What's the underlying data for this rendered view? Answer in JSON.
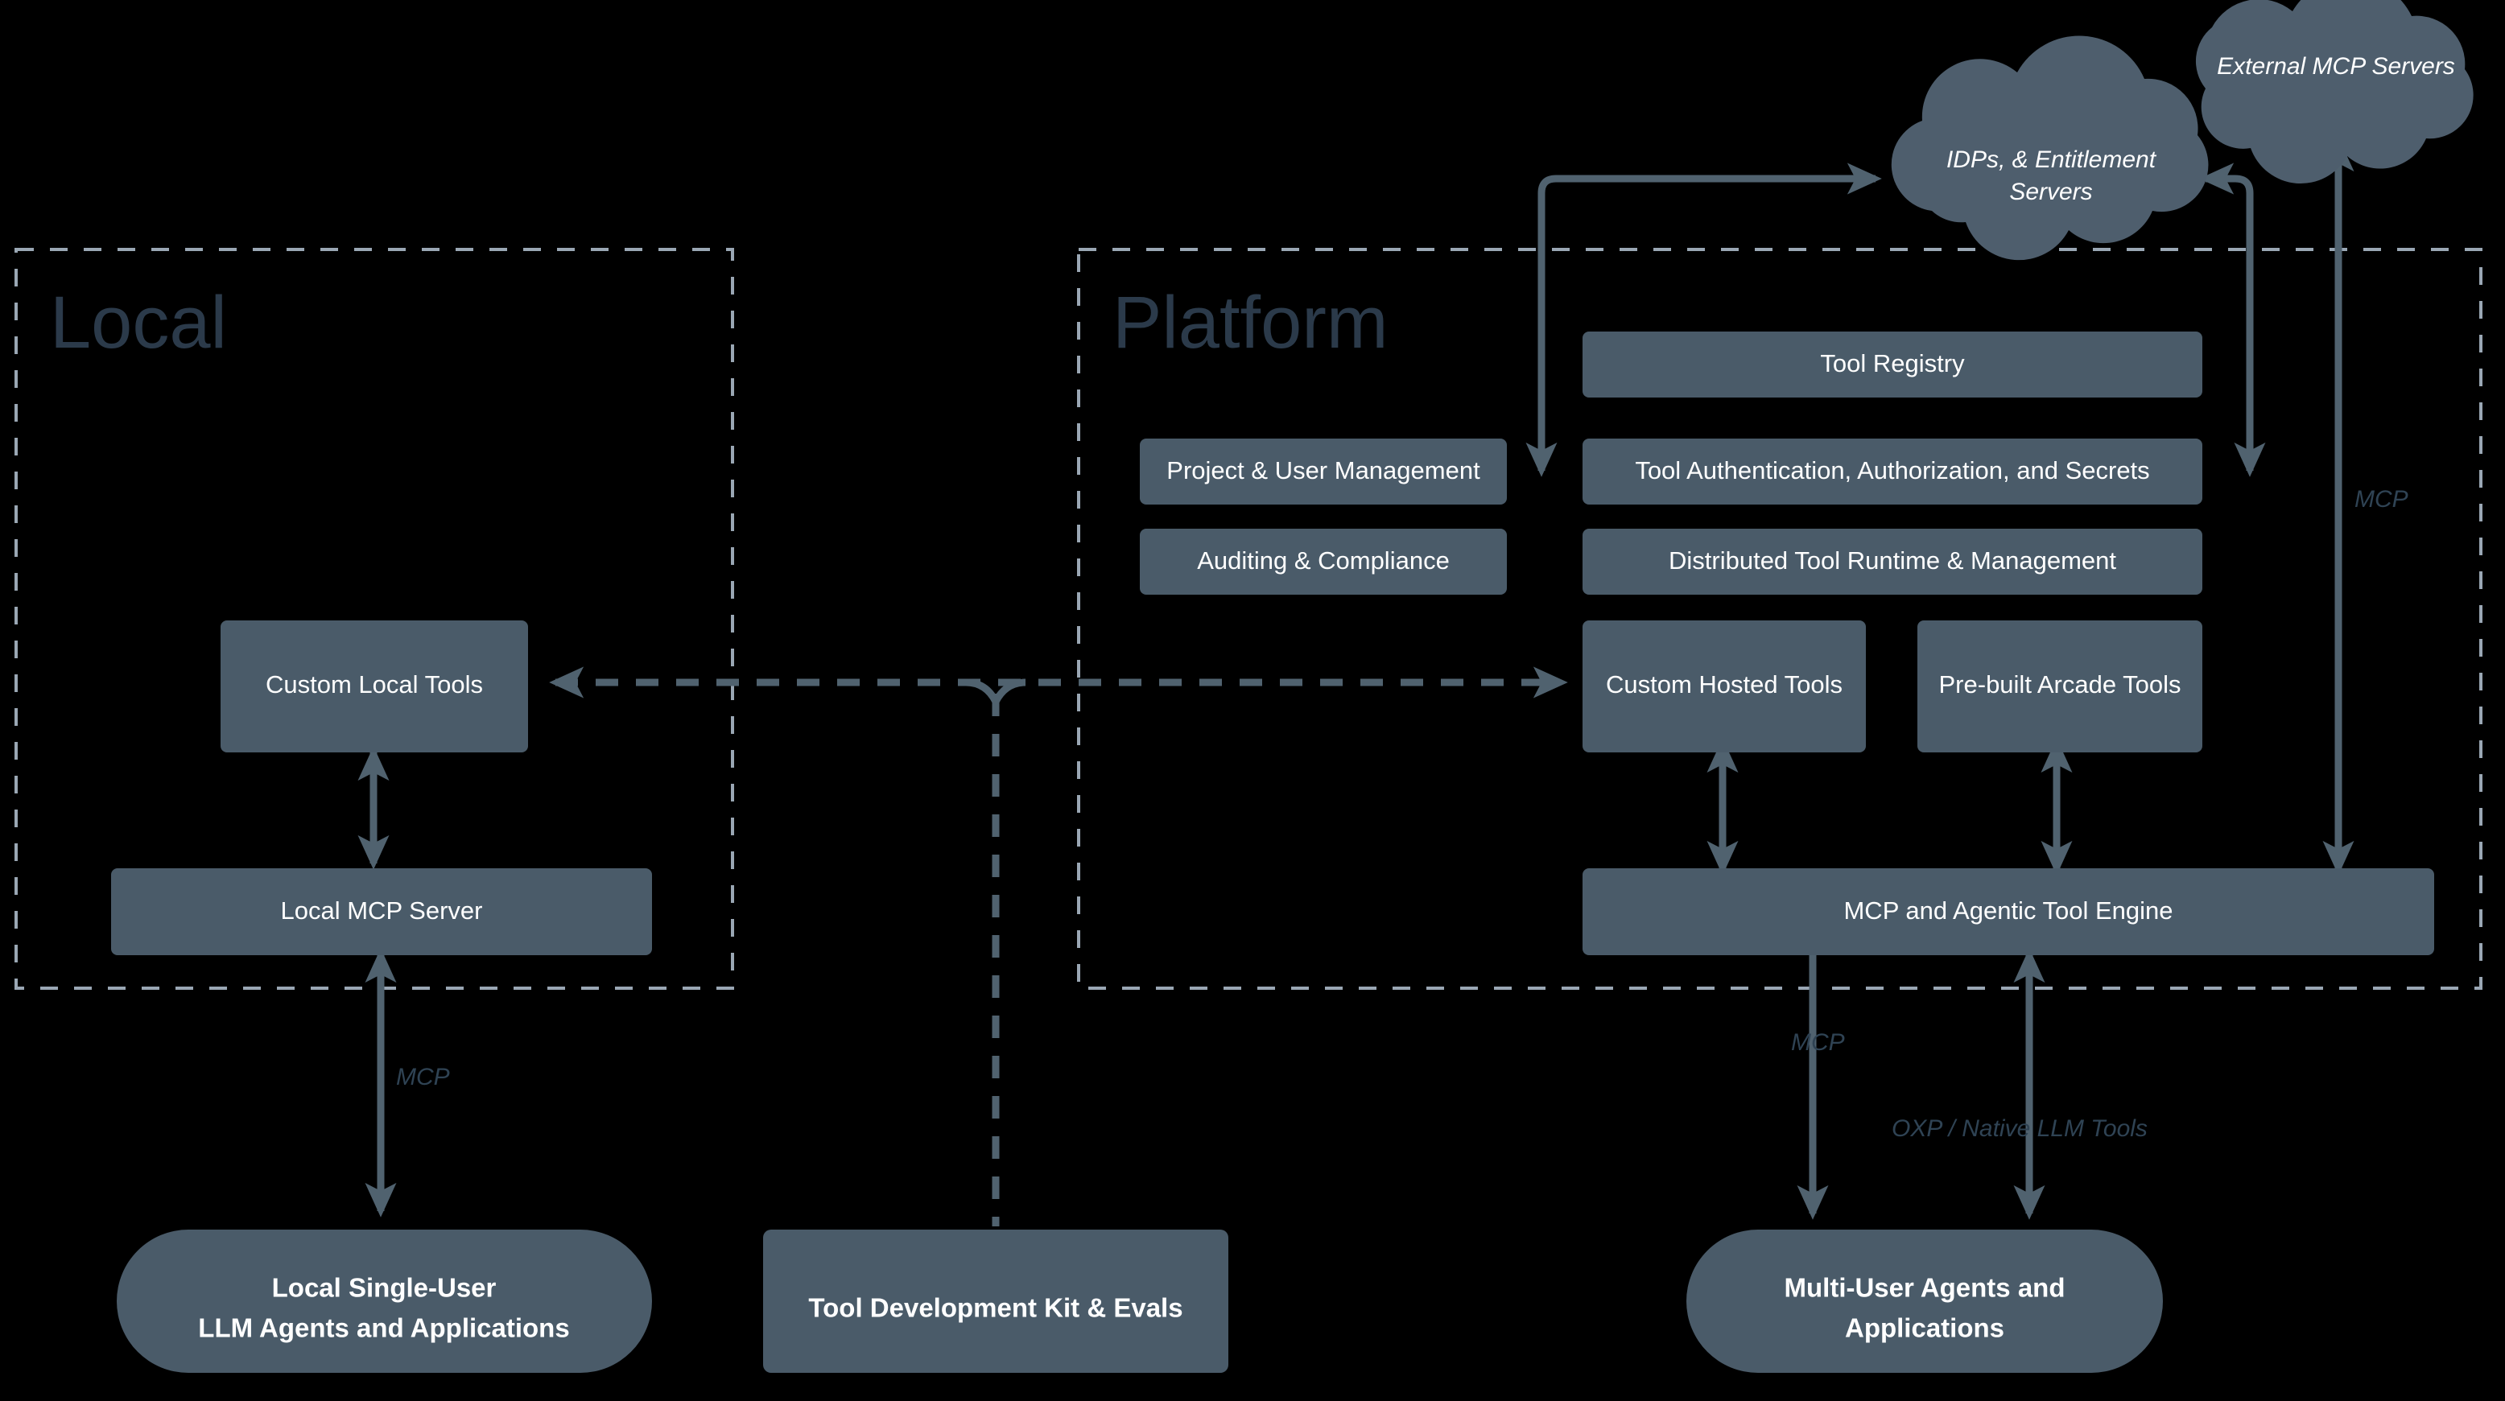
{
  "zones": [
    {
      "id": "local",
      "title": "Local"
    },
    {
      "id": "platform",
      "title": "Platform"
    }
  ],
  "clouds": [
    {
      "id": "idps",
      "label_line1": "IDPs, & Entitlement",
      "label_line2": "Servers"
    },
    {
      "id": "external",
      "label_line1": "External MCP Servers",
      "label_line2": ""
    }
  ],
  "boxes": {
    "custom_local_tools": "Custom Local Tools",
    "local_mcp_server": "Local MCP Server",
    "project_user_management": "Project & User Management",
    "auditing_compliance": "Auditing & Compliance",
    "tool_registry": "Tool Registry",
    "tool_auth": "Tool Authentication, Authorization, and Secrets",
    "distributed_runtime": "Distributed Tool Runtime & Management",
    "custom_hosted_tools": "Custom Hosted Tools",
    "prebuilt_arcade_tools": "Pre-built Arcade Tools",
    "mcp_agentic_engine": "MCP and Agentic Tool Engine"
  },
  "pills": {
    "local_agents_line1": "Local Single-User",
    "local_agents_line2": "LLM Agents and Applications",
    "tool_dev_kit": "Tool Development Kit & Evals",
    "multi_user_line1": "Multi-User Agents and",
    "multi_user_line2": "Applications"
  },
  "edge_labels": {
    "mcp_local": "MCP",
    "mcp_right": "MCP",
    "mcp_platform_bottom": "MCP",
    "oxp_native": "OXP / Native LLM Tools"
  },
  "colors": {
    "background": "#000000",
    "node_fill": "#4a5b69",
    "cloud_fill": "#4e5e6d",
    "connector": "#50626f",
    "zone_border": "#9aa7b4",
    "zone_title": "#2b3a4a",
    "node_text": "#ffffff",
    "edge_label_text": "#2f4354"
  }
}
